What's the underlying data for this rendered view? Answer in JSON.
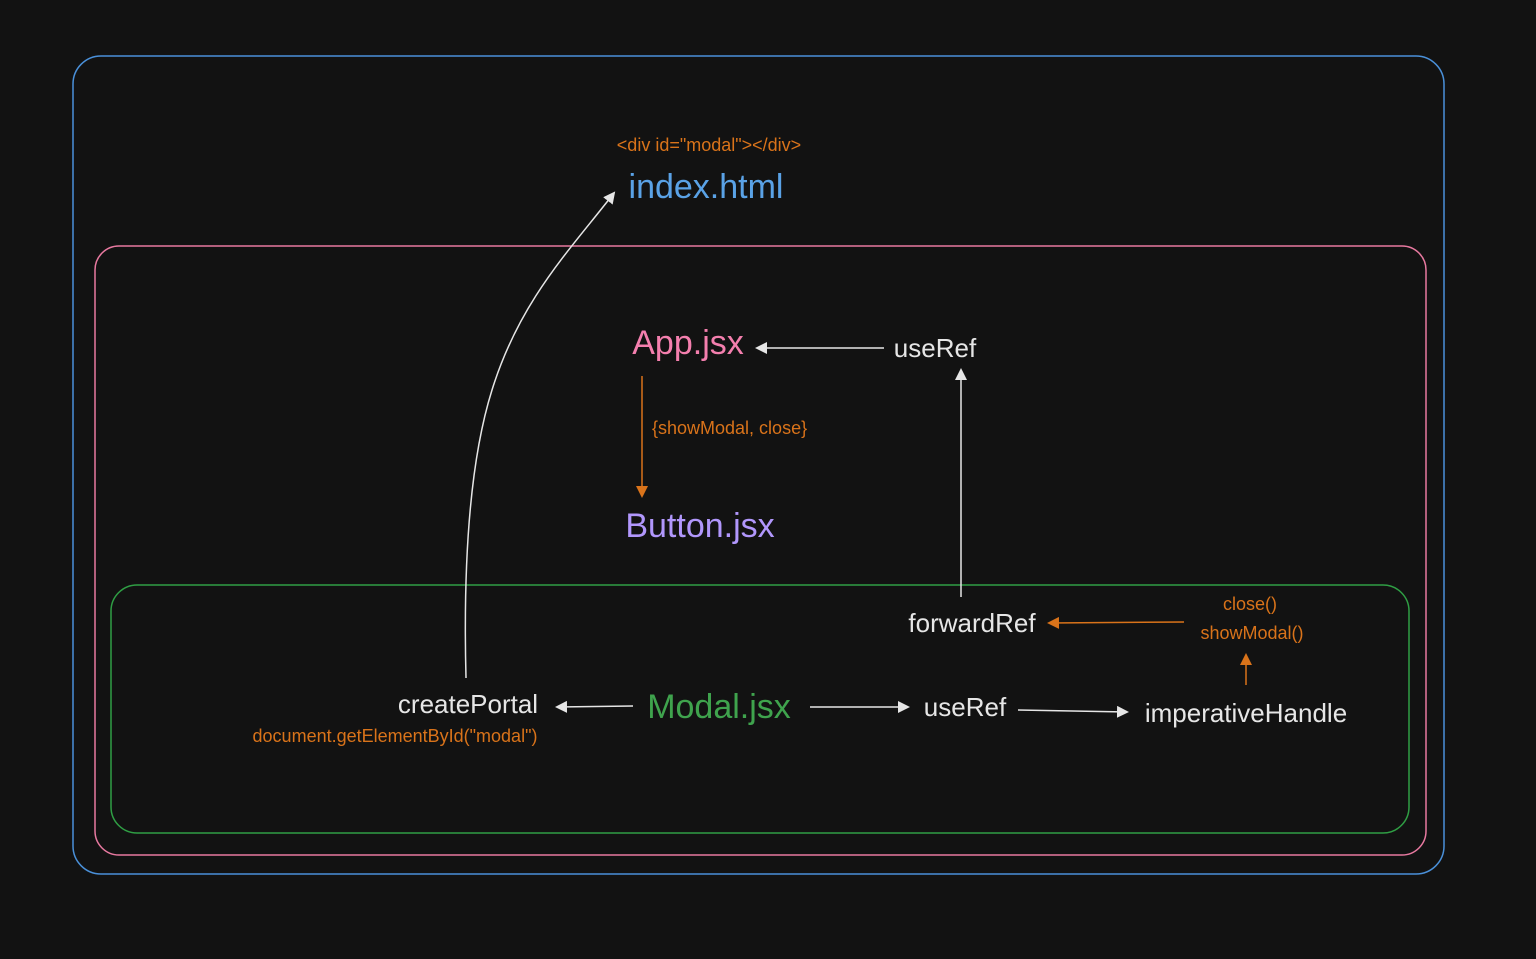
{
  "colors": {
    "background": "#121212",
    "outer_boundary": "#4a90d9",
    "app_boundary": "#e879a0",
    "modal_boundary": "#2f9e44",
    "index_html": "#5aa2e6",
    "app_jsx": "#f47fae",
    "button_jsx": "#b197fc",
    "modal_jsx": "#3fa34d",
    "hook_text": "#e6e6e6",
    "annotation": "#d9731a",
    "arrow_default": "#e6e6e6",
    "arrow_annotation": "#d9731a"
  },
  "nodes": {
    "index_html": "index.html",
    "index_html_note": "<div id=\"modal\"></div>",
    "app_jsx": "App.jsx",
    "app_useref": "useRef",
    "props_note": "{showModal, close}",
    "button_jsx": "Button.jsx",
    "forward_ref": "forwardRef",
    "handle_close": "close()",
    "handle_show_modal": "showModal()",
    "create_portal": "createPortal",
    "create_portal_note": "document.getElementById(\"modal\")",
    "modal_jsx": "Modal.jsx",
    "modal_useref": "useRef",
    "imperative_handle": "imperativeHandle"
  },
  "edges": [
    {
      "from": "create_portal",
      "to": "index_html",
      "style": "default"
    },
    {
      "from": "app_useref",
      "to": "app_jsx",
      "style": "default"
    },
    {
      "from": "app_jsx",
      "to": "button_jsx",
      "style": "annotation",
      "label": "props_note"
    },
    {
      "from": "forward_ref",
      "to": "app_useref",
      "style": "default"
    },
    {
      "from": "handle_methods",
      "to": "forward_ref",
      "style": "annotation"
    },
    {
      "from": "imperative_handle",
      "to": "handle_methods",
      "style": "annotation"
    },
    {
      "from": "modal_jsx",
      "to": "create_portal",
      "style": "default"
    },
    {
      "from": "modal_jsx",
      "to": "modal_useref",
      "style": "default"
    },
    {
      "from": "modal_useref",
      "to": "imperative_handle",
      "style": "default"
    }
  ]
}
